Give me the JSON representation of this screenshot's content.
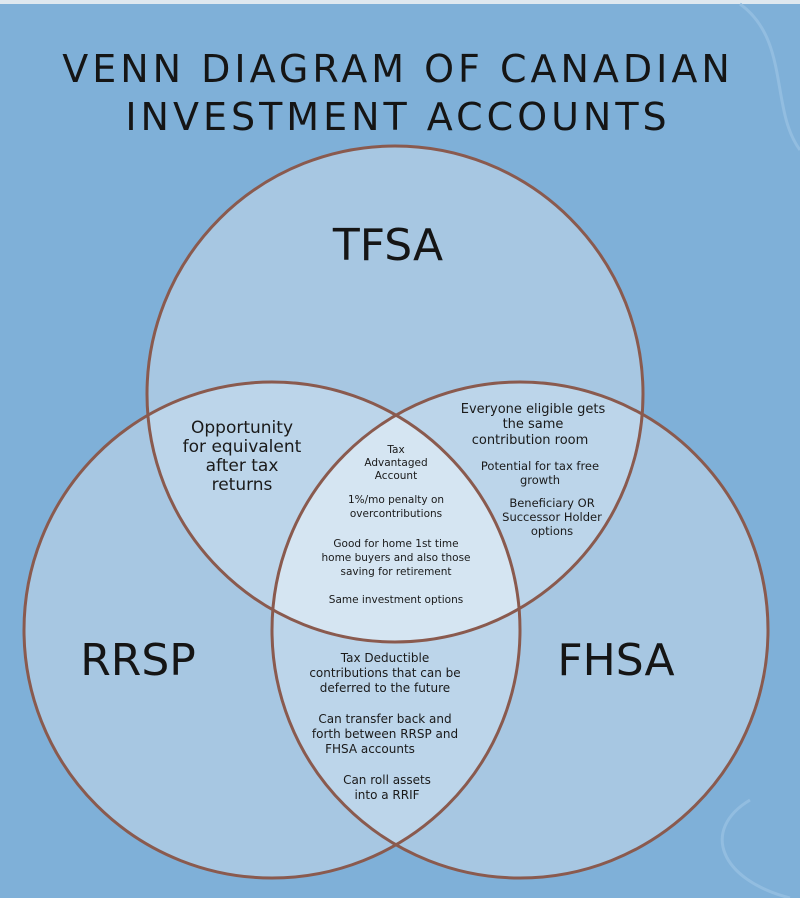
{
  "title": {
    "line1": "VENN DIAGRAM OF CANADIAN",
    "line2": "INVESTMENT ACCOUNTS"
  },
  "circles": {
    "top": "TFSA",
    "left": "RRSP",
    "right": "FHSA"
  },
  "regions": {
    "tfsa_rrsp": [
      "Opportunity",
      "for equivalent",
      "after tax",
      "returns"
    ],
    "tfsa_fhsa": [
      "Everyone eligible gets",
      "the same",
      "contribution room",
      "Potential for tax free",
      "growth",
      "Beneficiary OR",
      "Successor Holder",
      "options"
    ],
    "center": [
      "Tax",
      "Advantaged",
      "Account",
      "1%/mo penalty on",
      "overcontributions",
      "Good for home 1st time",
      "home buyers and also those",
      "saving for retirement",
      "Same investment options"
    ],
    "rrsp_fhsa": [
      "Tax Deductible",
      "contributions that can be",
      "deferred to the future",
      "Can transfer back and",
      "forth between RRSP and",
      "FHSA accounts",
      "Can roll assets",
      "into a RRIF"
    ]
  },
  "colors": {
    "background": "#7fb0d8",
    "circle_fill": "#a7c7e2",
    "pair_overlap": "#bcd5ea",
    "triple_overlap": "#d5e5f2",
    "outline": "#8a5a4e"
  }
}
